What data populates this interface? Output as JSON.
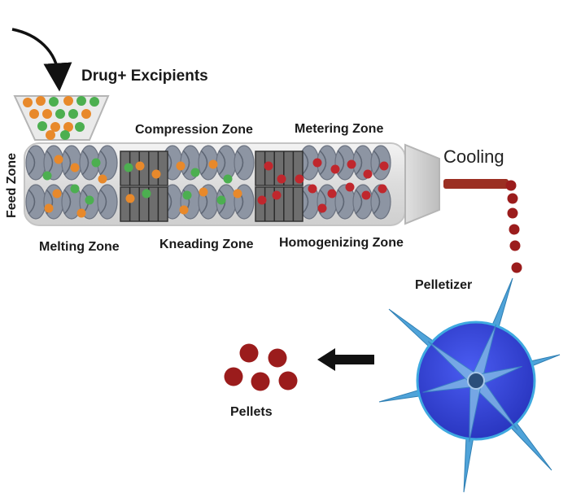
{
  "labels": {
    "input": "Drug+ Excipients",
    "feed_zone": "Feed Zone",
    "compression_zone": "Compression Zone",
    "metering_zone": "Metering Zone",
    "melting_zone": "Melting Zone",
    "kneading_zone": "Kneading Zone",
    "homogenizing_zone": "Homogenizing Zone",
    "cooling": "Cooling",
    "pelletizer": "Pelletizer",
    "pellets": "Pellets"
  },
  "colors": {
    "drug_particle": "#e8892b",
    "excipient_particle": "#4caf50",
    "melt_particle": "#c0272d",
    "pellet": "#9b1c1c",
    "barrel": "#e6e6e6",
    "screw": "#8d95a3",
    "pelletizer_disc": "#3b48e0",
    "pelletizer_blade": "#4fa3d9",
    "cooling_strand": "#9b2f22"
  },
  "icons": [
    "curved-arrow-icon",
    "hopper-icon",
    "left-arrow-icon"
  ]
}
